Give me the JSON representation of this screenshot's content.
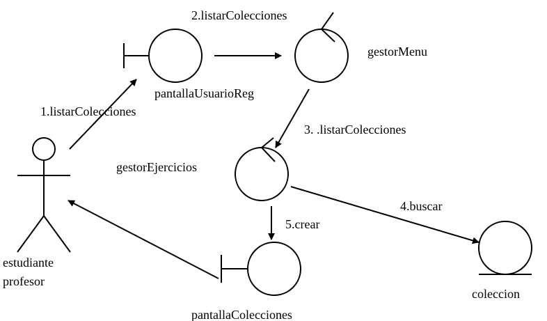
{
  "diagram": {
    "actor": {
      "name_line1": "estudiante",
      "name_line2": "profesor"
    },
    "objects": {
      "pantalla_usuario_reg": "pantallaUsuarioReg",
      "gestor_menu": "gestorMenu",
      "gestor_ejercicios": "gestorEjercicios",
      "pantalla_colecciones": "pantallaColecciones",
      "coleccion": "coleccion"
    },
    "messages": {
      "m1": "1.listarColecciones",
      "m2": "2.listarColecciones",
      "m3": "3.  .listarColecciones",
      "m4": "4.buscar",
      "m5": "5.crear"
    }
  }
}
